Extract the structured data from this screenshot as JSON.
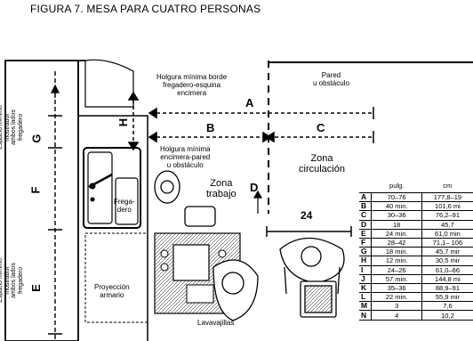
{
  "title": "FIGURA 7. MESA PARA CUATRO PERSONAS",
  "labels": {
    "holgura_borde": "Holgura mínima borde\nfregadero-esquina\nencimera",
    "pared": "Pared\nu obstáculo",
    "holgura_encimera": "Holgura mínima\nencimera-pared\nu obstáculo",
    "zona_trabajo": "Zona\ntrabajo",
    "zona_circulacion": "Zona\ncirculación",
    "fregadero": "Frega-\ndero",
    "proyeccion": "Proyección\narmario",
    "lavavajillas": "Lavavajillas",
    "espacio_top": "Espacio mínimo\nmostrador\nambos lados\nfregadero",
    "espacio_bottom": "Espacio mínimo\nmostrador\nambos lados\nfregadero",
    "dim_24": "24"
  },
  "letters": {
    "A": "A",
    "B": "B",
    "C": "C",
    "D": "D",
    "E": "E",
    "F": "F",
    "G": "G",
    "H": "H"
  },
  "table": {
    "headers": [
      "",
      "pulg.",
      "cm"
    ],
    "rows": [
      {
        "key": "A",
        "pulg": "70–76",
        "cm": "177,8–19"
      },
      {
        "key": "B",
        "pulg": "40 min.",
        "cm": "101,6 mi"
      },
      {
        "key": "C",
        "pulg": "30–36",
        "cm": "76,2–91"
      },
      {
        "key": "D",
        "pulg": "18",
        "cm": "45,7"
      },
      {
        "key": "E",
        "pulg": "24 min.",
        "cm": "61,0 min"
      },
      {
        "key": "F",
        "pulg": "28–42",
        "cm": "71,1– 106"
      },
      {
        "key": "G",
        "pulg": "18 min.",
        "cm": "45,7 mir"
      },
      {
        "key": "H",
        "pulg": "12 min.",
        "cm": "30,5 mir"
      },
      {
        "key": "I",
        "pulg": "24–26",
        "cm": "61,0–66"
      },
      {
        "key": "J",
        "pulg": "57 min.",
        "cm": "144,8 mi"
      },
      {
        "key": "K",
        "pulg": "35–36",
        "cm": "88,9–91"
      },
      {
        "key": "L",
        "pulg": "22 min.",
        "cm": "55,9 mir"
      },
      {
        "key": "M",
        "pulg": "3",
        "cm": "7,6"
      },
      {
        "key": "N",
        "pulg": "4",
        "cm": "10,2"
      }
    ]
  }
}
